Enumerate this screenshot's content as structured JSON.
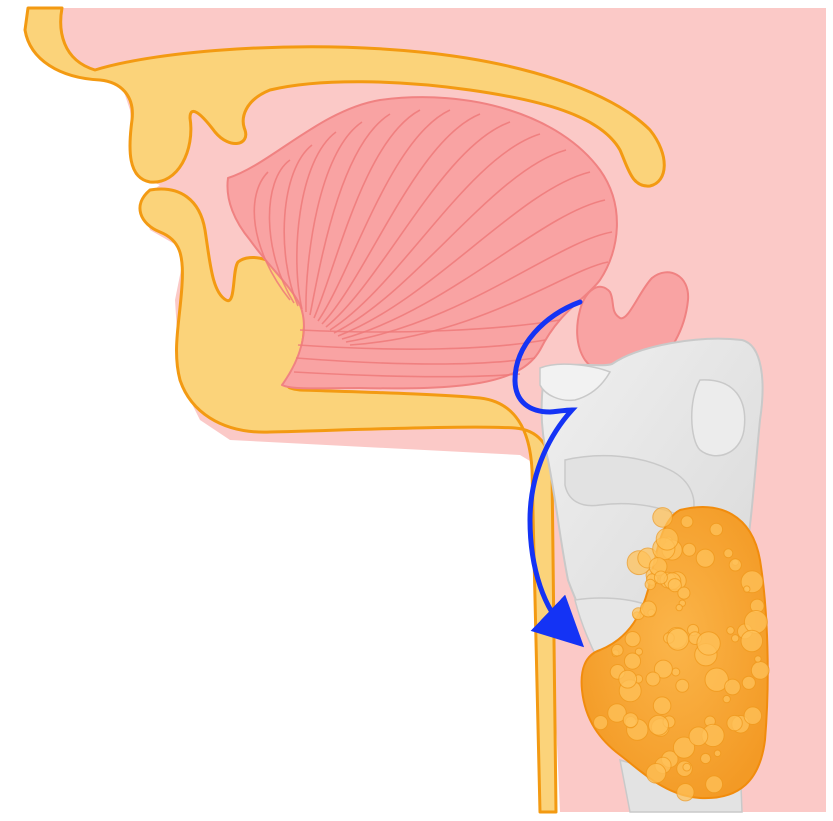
{
  "figure": {
    "subject": "sagittal-head-and-neck",
    "colors": {
      "background": "#ffffff",
      "soft_tissue": "#fbc9c7",
      "bone": "#fbd37a",
      "bone_outline": "#f39a12",
      "tongue": "#f9a3a3",
      "tongue_outline": "#f08282",
      "cartilage": "#e7e7e7",
      "cartilage_outline": "#c9c9c9",
      "thyroid": "#f8a93a",
      "thyroid_outline": "#f18c0d",
      "arrow": "#1433f5"
    },
    "parts": [
      "soft-tissue",
      "hard-palate",
      "upper-lip",
      "lower-lip-chin",
      "tongue",
      "epiglottis",
      "larynx-cartilage",
      "thyroid-gland",
      "spine-outline",
      "food-path-arrow"
    ]
  }
}
